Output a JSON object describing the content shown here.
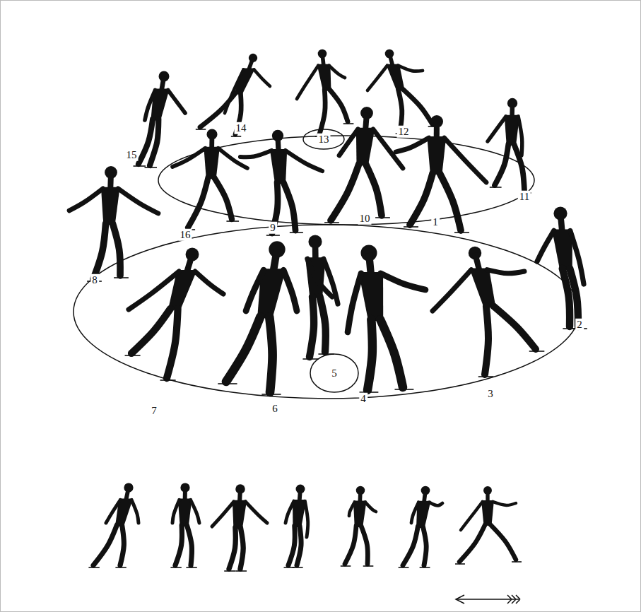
{
  "diagram": {
    "nodes": [
      {
        "text": [
          "13"
        ]
      },
      {
        "text": [
          "5"
        ]
      }
    ],
    "labels": [
      "15",
      "14",
      "12",
      "11",
      "16",
      "9",
      "10",
      "1",
      "8",
      "2",
      "7",
      "6",
      "4",
      "3"
    ]
  }
}
